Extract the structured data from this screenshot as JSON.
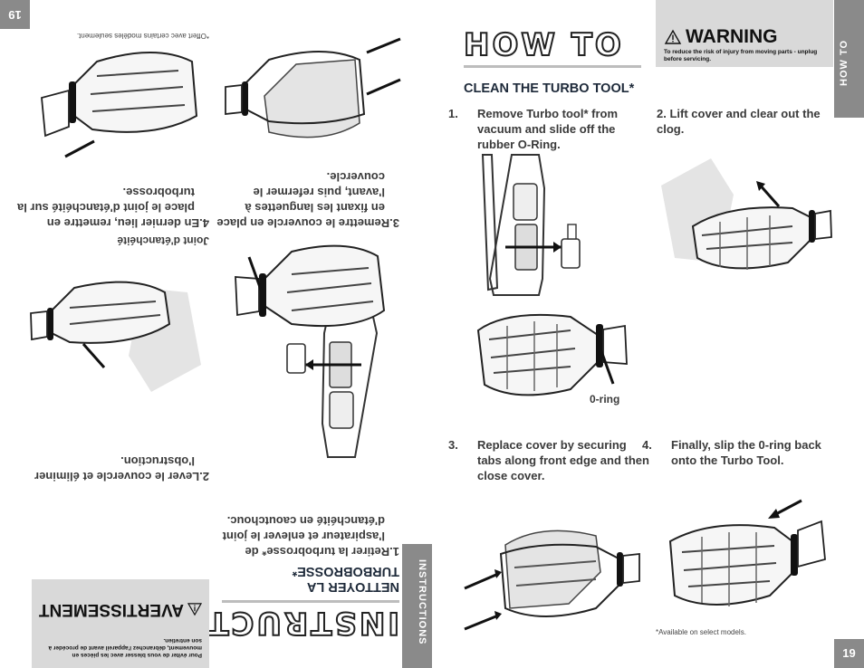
{
  "right_page": {
    "title": "HOW TO",
    "warning": {
      "title": "WARNING",
      "text": "To reduce the risk of injury from moving parts - unplug before servicing."
    },
    "side_tab": "HOW TO",
    "page_number": "19",
    "section_heading": "CLEAN THE TURBO TOOL*",
    "steps": [
      {
        "num": "1.",
        "text": "Remove Turbo tool* from vacuum and slide off the rubber O-Ring."
      },
      {
        "num": "2.",
        "text": "Lift cover and clear out the clog."
      },
      {
        "num": "3.",
        "text": "Replace cover by securing tabs along front edge and then close cover."
      },
      {
        "num": "4.",
        "text": "Finally, slip the 0-ring back onto the Turbo Tool."
      }
    ],
    "oring_label": "0-ring",
    "footnote": "*Available on select models."
  },
  "left_page": {
    "title": "INSTRUCTIONS",
    "warning": {
      "title": "AVERTISSEMENT",
      "text": "Pour éviter de vous blesser avec les pièces en mouvement, débranchez l'appareil avant de procéder à son entretien."
    },
    "side_tab": "INSTRUCTIONS",
    "page_number": "19",
    "section_heading_line1": "NETTOYER LA",
    "section_heading_line2": "TURBOBROSSE*",
    "steps": [
      {
        "num": "1.",
        "text": "Retirer la turbobrosse* de l'aspirateur et enlever le joint d'étanchéité en caoutchouc."
      },
      {
        "num": "2.",
        "text": "Lever le couvercle et éliminer l'obstruction."
      },
      {
        "num": "3.",
        "text": "Remettre le couvercle en place en fixant les languettes à l'avant, puis refermer le couvercle."
      },
      {
        "num": "4.",
        "text": "En dernier lieu, remettre en place le joint d'étanchéité sur la turbobrosse."
      }
    ],
    "joint_label": "Joint d'étanchéité",
    "footnote": "*Offert avec certains modèles seulement."
  },
  "colors": {
    "tab_gray": "#8a8a8a",
    "warning_bg": "#d9d9d9",
    "heading_navy": "#1e2a3a",
    "body_text": "#3a3a3a"
  }
}
